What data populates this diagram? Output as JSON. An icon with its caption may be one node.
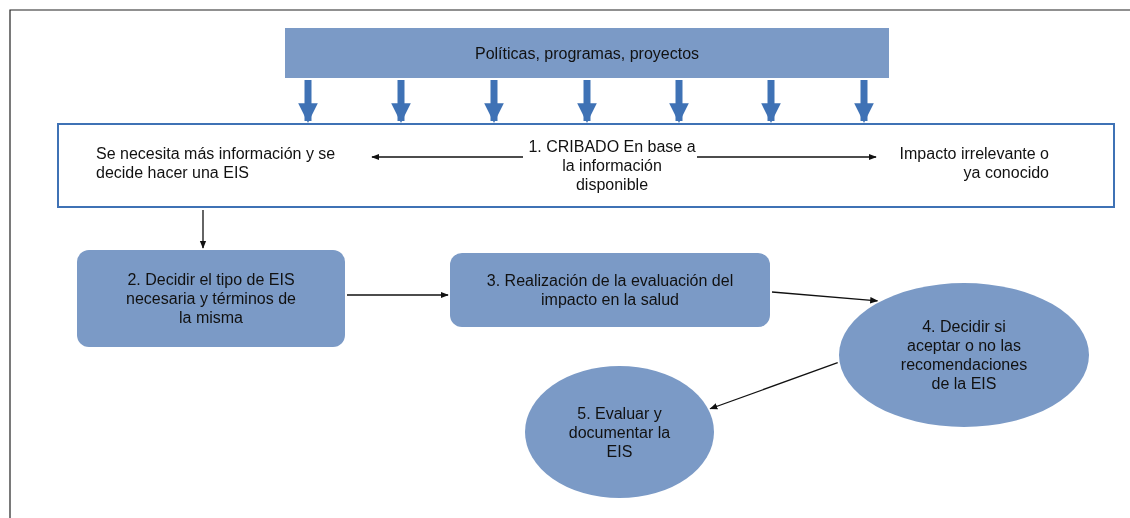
{
  "diagram": {
    "nodes": [
      {
        "text": [
          "Políticas, programas, proyectos"
        ]
      },
      {
        "text": [],
        "shape": "box"
      },
      {
        "text": [
          "1. CRIBADO En base a la información disponible"
        ],
        "in": 1
      },
      {
        "text": [
          "Se necesita más información y se decide hacer una EIS"
        ],
        "in": 1
      },
      {
        "text": [
          "Impacto irrelevante o ya conocido"
        ],
        "in": 1
      },
      {
        "text": [
          "2. Decidir el tipo de EIS necesaria y términos de la misma"
        ]
      },
      {
        "text": [
          "3. Realización de la evaluación del impacto en la salud"
        ]
      },
      {
        "text": [
          "4. Decidir si aceptar o no las recomendaciones de la EIS"
        ]
      },
      {
        "text": [
          "5.  Evaluar y documentar la EIS"
        ]
      }
    ],
    "edges": [
      {
        "from": 0,
        "to": 1,
        "arrow": "to",
        "color": "#3f72b5"
      },
      {
        "from": 0,
        "to": 1,
        "arrow": "to",
        "color": "#3f72b5"
      },
      {
        "from": 0,
        "to": 1,
        "arrow": "to",
        "color": "#3f72b5"
      },
      {
        "from": 0,
        "to": 1,
        "arrow": "to",
        "color": "#3f72b5"
      },
      {
        "from": 0,
        "to": 1,
        "arrow": "to",
        "color": "#3f72b5"
      },
      {
        "from": 0,
        "to": 1,
        "arrow": "to",
        "color": "#3f72b5"
      },
      {
        "from": 0,
        "to": 1,
        "arrow": "to",
        "color": "#3f72b5"
      },
      {
        "from": 2,
        "to": 3,
        "arrow": "to",
        "color": "#111111"
      },
      {
        "from": 2,
        "to": 4,
        "arrow": "to",
        "color": "#111111"
      },
      {
        "from": 1,
        "to": 5,
        "arrow": "to",
        "color": "#111111"
      },
      {
        "from": 5,
        "to": 6,
        "arrow": "to",
        "color": "#111111"
      },
      {
        "from": 6,
        "to": 7,
        "arrow": "to",
        "color": "#111111"
      },
      {
        "from": 7,
        "to": 8,
        "arrow": "to",
        "color": "#111111"
      }
    ]
  }
}
